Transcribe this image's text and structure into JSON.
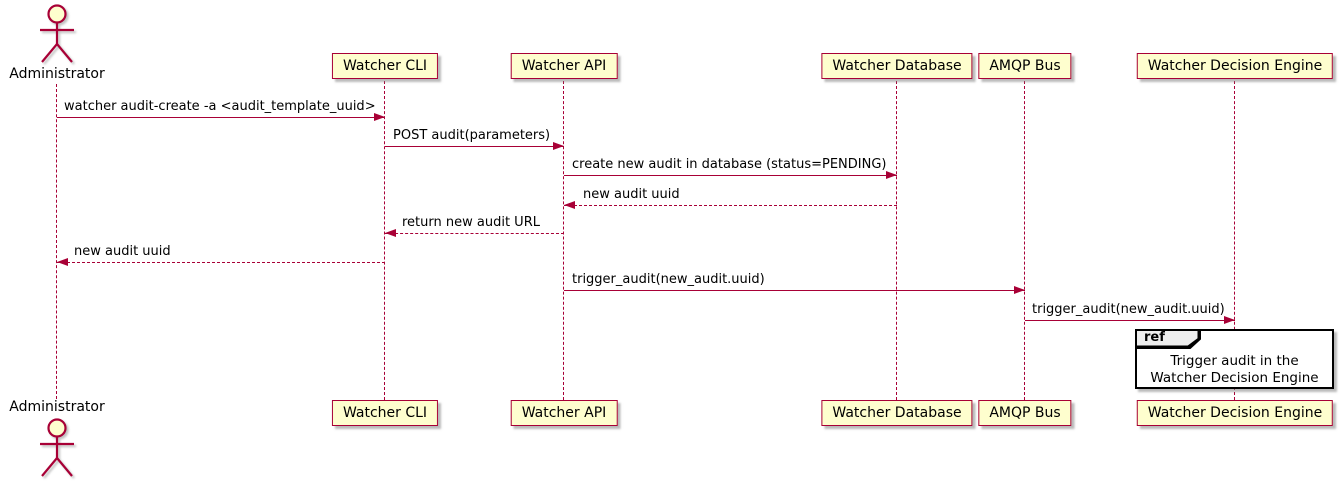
{
  "actor": {
    "label": "Administrator"
  },
  "participants": [
    {
      "label": "Watcher CLI"
    },
    {
      "label": "Watcher API"
    },
    {
      "label": "Watcher Database"
    },
    {
      "label": "AMQP Bus"
    },
    {
      "label": "Watcher Decision Engine"
    }
  ],
  "messages": [
    {
      "from": "Administrator",
      "to": "Watcher CLI",
      "label": "watcher audit-create -a <audit_template_uuid>",
      "style": "solid"
    },
    {
      "from": "Watcher CLI",
      "to": "Watcher API",
      "label": "POST audit(parameters)",
      "style": "solid"
    },
    {
      "from": "Watcher API",
      "to": "Watcher Database",
      "label": "create new audit in database (status=PENDING)",
      "style": "solid"
    },
    {
      "from": "Watcher Database",
      "to": "Watcher API",
      "label": "new audit uuid",
      "style": "dashed"
    },
    {
      "from": "Watcher API",
      "to": "Watcher CLI",
      "label": "return new audit URL",
      "style": "dashed"
    },
    {
      "from": "Watcher CLI",
      "to": "Administrator",
      "label": "new audit uuid",
      "style": "dashed"
    },
    {
      "from": "Watcher API",
      "to": "AMQP Bus",
      "label": "trigger_audit(new_audit.uuid)",
      "style": "solid"
    },
    {
      "from": "AMQP Bus",
      "to": "Watcher Decision Engine",
      "label": "trigger_audit(new_audit.uuid)",
      "style": "solid"
    }
  ],
  "ref": {
    "keyword": "ref",
    "line1": "Trigger audit in the",
    "line2": "Watcher Decision Engine"
  },
  "colors": {
    "participant_fill": "#FEFECE",
    "participant_border": "#A80036",
    "line": "#A80036",
    "text": "#000000",
    "ref_tab_fill": "#EEEEEE",
    "ref_border": "#000000"
  }
}
